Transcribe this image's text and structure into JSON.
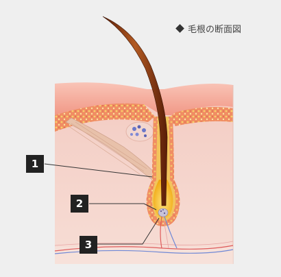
{
  "title": "毛根の断面図",
  "icons": {
    "bullet": "diamond-bullet-icon"
  },
  "labels": [
    "1",
    "2",
    "3"
  ],
  "colors": {
    "background": "#efefef",
    "skin_light": "#f6d3c9",
    "skin_top": "#f3a79a",
    "fat_layer": "#f08a62",
    "hair_shaft": "#7a2d0f",
    "follicle_core": "#f0b316",
    "muscle": "#e9c3ae",
    "vessel_blue": "#6f88d6",
    "vessel_red": "#de5a5a",
    "label_bg": "#222222"
  }
}
